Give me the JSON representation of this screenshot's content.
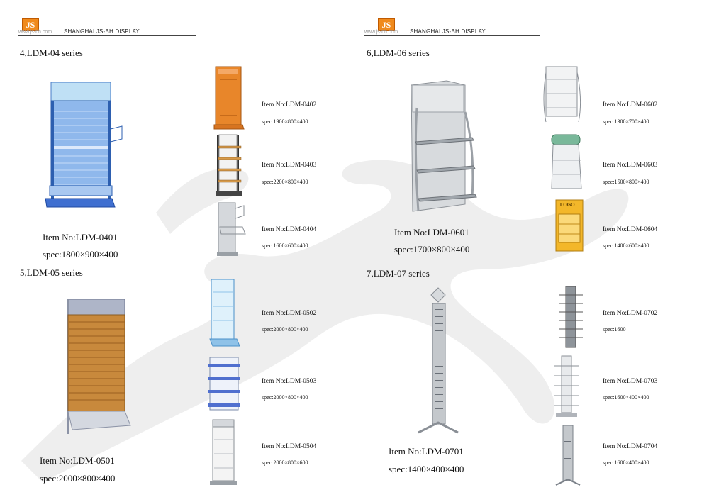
{
  "header": {
    "logo_text": "JS",
    "url_text": "www.js-bh.com",
    "company": "SHANGHAI JS-BH DISPLAY"
  },
  "series": {
    "s4": "4,LDM-04 series",
    "s5": "5,LDM-05 series",
    "s6": "6,LDM-06 series",
    "s7": "7,LDM-07 series"
  },
  "products": {
    "p0401": {
      "item": "Item No:LDM-0401",
      "spec": "spec:1800×900×400"
    },
    "p0402": {
      "item": "Item No:LDM-0402",
      "spec": "spec:1900×800×400"
    },
    "p0403": {
      "item": "Item No:LDM-0403",
      "spec": "spec:2200×800×400"
    },
    "p0404": {
      "item": "Item No:LDM-0404",
      "spec": "spec:1600×600×400"
    },
    "p0501": {
      "item": "Item No:LDM-0501",
      "spec": "spec:2000×800×400"
    },
    "p0502": {
      "item": "Item No:LDM-0502",
      "spec": "spec:2000×800×400"
    },
    "p0503": {
      "item": "Item No:LDM-0503",
      "spec": "spec:2000×800×400"
    },
    "p0504": {
      "item": "Item No:LDM-0504",
      "spec": "spec:2000×800×600"
    },
    "p0601": {
      "item": "Item No:LDM-0601",
      "spec": "spec:1700×800×400"
    },
    "p0602": {
      "item": "Item No:LDM-0602",
      "spec": "spec:1300×700×400"
    },
    "p0603": {
      "item": "Item No:LDM-0603",
      "spec": "spec:1500×800×400"
    },
    "p0604": {
      "item": "Item No:LDM-0604",
      "spec": "spec:1400×600×400",
      "logo": "LOGO"
    },
    "p0701": {
      "item": "Item No:LDM-0701",
      "spec": "spec:1400×400×400"
    },
    "p0702": {
      "item": "Item No:LDM-0702",
      "spec": "spec:1600"
    },
    "p0703": {
      "item": "Item No:LDM-0703",
      "spec": "spec:1600×400×400"
    },
    "p0704": {
      "item": "Item No:LDM-0704",
      "spec": "spec:1600×400×400"
    }
  },
  "colors": {
    "orange": "#e8862a",
    "blue": "#5a8fd6",
    "wood": "#c8893c",
    "gray": "#b9bcc0",
    "watermark": "#ececec"
  }
}
